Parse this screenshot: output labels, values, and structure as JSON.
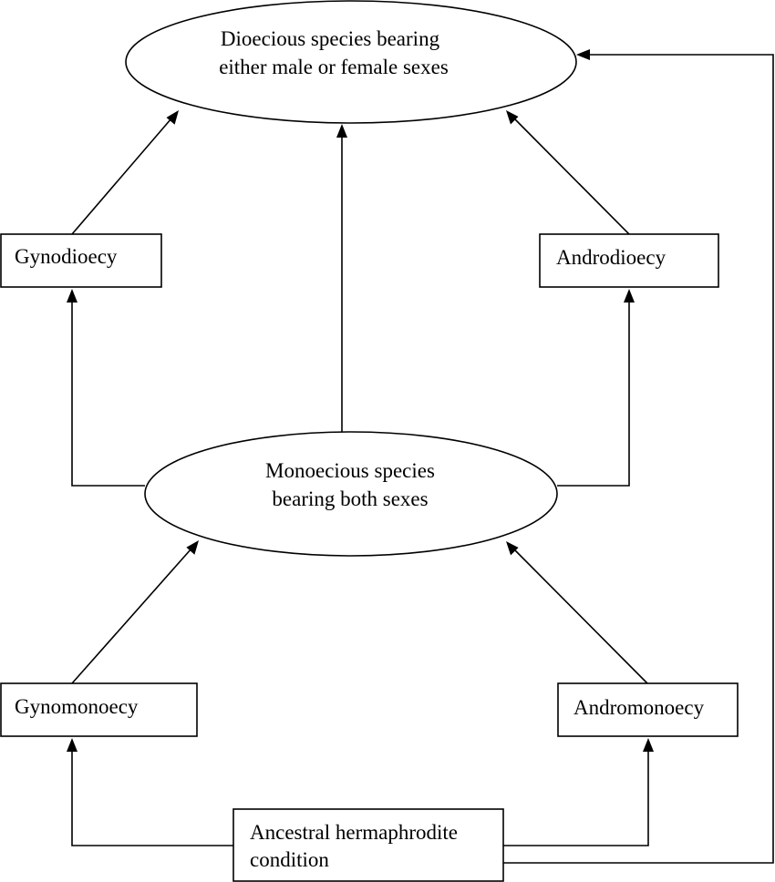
{
  "nodes": {
    "dioecious": {
      "line1": "Dioecious species bearing",
      "line2": "either male or female sexes"
    },
    "gynodioecy": {
      "label": "Gynodioecy"
    },
    "androdioecy": {
      "label": "Androdioecy"
    },
    "monoecious": {
      "line1": "Monoecious species",
      "line2": "bearing both sexes"
    },
    "gynomonoecy": {
      "label": "Gynomonoecy"
    },
    "andromonoecy": {
      "label": "Andromonoecy"
    },
    "ancestral": {
      "line1": "Ancestral hermaphrodite",
      "line2": "condition"
    }
  },
  "edges": [
    {
      "from": "gynodioecy",
      "to": "dioecious"
    },
    {
      "from": "monoecious",
      "to": "dioecious"
    },
    {
      "from": "androdioecy",
      "to": "dioecious"
    },
    {
      "from": "monoecious",
      "to": "gynodioecy"
    },
    {
      "from": "monoecious",
      "to": "androdioecy"
    },
    {
      "from": "gynomonoecy",
      "to": "monoecious"
    },
    {
      "from": "andromonoecy",
      "to": "monoecious"
    },
    {
      "from": "ancestral",
      "to": "gynomonoecy"
    },
    {
      "from": "ancestral",
      "to": "andromonoecy"
    },
    {
      "from": "ancestral",
      "to": "dioecious"
    }
  ],
  "colors": {
    "stroke": "#000000",
    "background": "#ffffff"
  }
}
